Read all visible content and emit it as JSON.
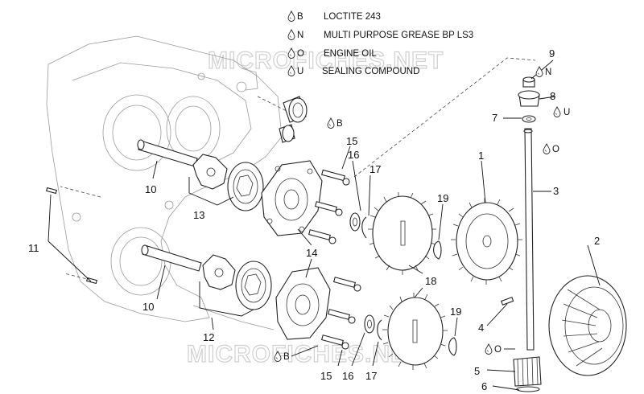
{
  "legend": [
    {
      "symbol": "B",
      "text": "LOCTITE 243"
    },
    {
      "symbol": "N",
      "text": "MULTI PURPOSE GREASE BP LS3"
    },
    {
      "symbol": "O",
      "text": "ENGINE OIL"
    },
    {
      "symbol": "U",
      "text": "SEALING COMPOUND"
    }
  ],
  "watermark": "MICROFICHES.NET",
  "symbol_tags": {
    "n9": "N",
    "u8": "U",
    "o3": "O",
    "b15": "B",
    "b15b": "B",
    "o5": "O"
  },
  "callouts": {
    "c1": "1",
    "c2": "2",
    "c3": "3",
    "c4": "4",
    "c5": "5",
    "c6": "6",
    "c7": "7",
    "c8": "8",
    "c9": "9",
    "c10a": "10",
    "c10b": "10",
    "c11": "11",
    "c12": "12",
    "c13": "13",
    "c14": "14",
    "c15a": "15",
    "c15b": "15",
    "c16a": "16",
    "c16b": "16",
    "c17a": "17",
    "c17b": "17",
    "c18": "18",
    "c19a": "19",
    "c19b": "19"
  },
  "icons": {
    "drop": "oil-drop-icon"
  }
}
